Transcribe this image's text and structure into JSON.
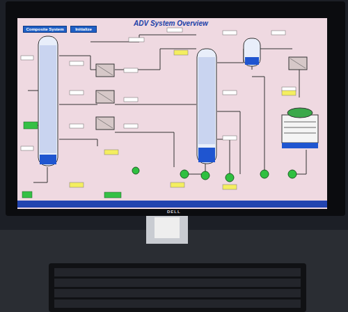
{
  "diagram": {
    "title": "ADV System Overview",
    "nodes": [
      {
        "text": [
          "Composite System"
        ]
      },
      {
        "text": [
          "Initialize"
        ]
      }
    ],
    "labels": [
      "DELL"
    ]
  }
}
